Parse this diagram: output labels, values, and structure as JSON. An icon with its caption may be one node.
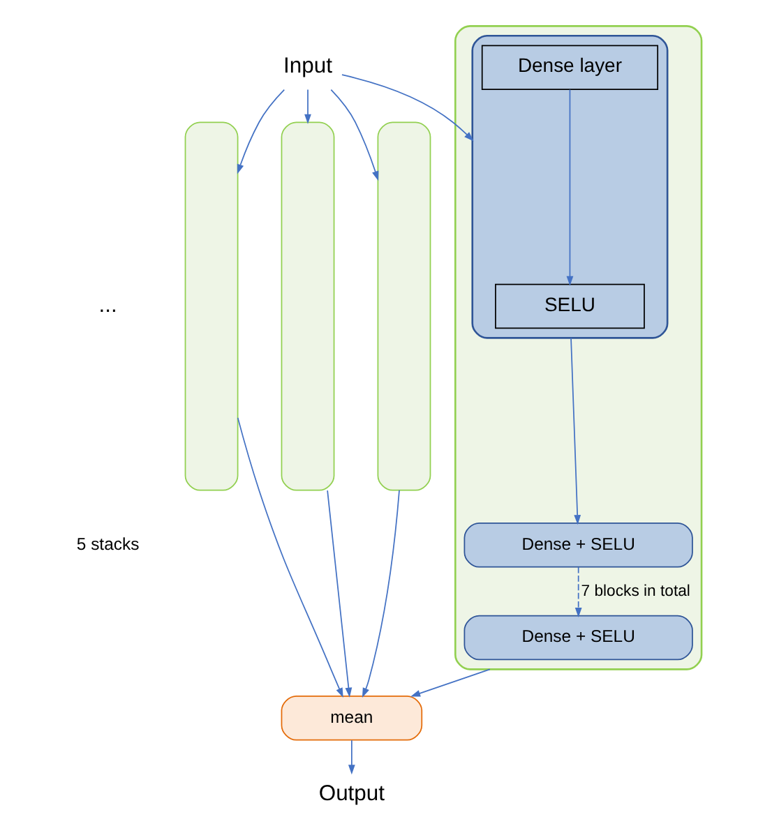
{
  "diagram": {
    "nodes": [
      {
        "text": [
          "Input"
        ]
      },
      {
        "text": [],
        "shape": "box"
      },
      {
        "text": [],
        "shape": "box",
        "in": 1
      },
      {
        "text": [
          "Dense layer"
        ],
        "in": 2
      },
      {
        "text": [
          "SELU"
        ],
        "in": 2
      },
      {
        "text": [
          "Dense + SELU"
        ],
        "in": 1
      },
      {
        "text": [
          "Dense + SELU"
        ],
        "in": 1
      },
      {
        "text": [],
        "shape": "box"
      },
      {
        "text": [],
        "shape": "box"
      },
      {
        "text": [],
        "shape": "box"
      },
      {
        "text": [
          "mean"
        ]
      },
      {
        "text": [
          "Output"
        ]
      }
    ],
    "edges": [
      {
        "from": 0,
        "to": 2,
        "arrow": "to"
      },
      {
        "from": 0,
        "to": 7,
        "arrow": "to"
      },
      {
        "from": 0,
        "to": 8,
        "arrow": "to"
      },
      {
        "from": 0,
        "to": 9,
        "arrow": "to"
      },
      {
        "from": 3,
        "to": 4,
        "arrow": "to"
      },
      {
        "from": 2,
        "to": 5,
        "arrow": "to"
      },
      {
        "from": 5,
        "to": 6,
        "arrow": "to",
        "label": "7 blocks in total",
        "style": "dashed"
      },
      {
        "from": 1,
        "to": 10,
        "arrow": "to"
      },
      {
        "from": 7,
        "to": 10,
        "arrow": "to"
      },
      {
        "from": 8,
        "to": 10,
        "arrow": "to"
      },
      {
        "from": 9,
        "to": 10,
        "arrow": "to"
      },
      {
        "from": 10,
        "to": 11,
        "arrow": "to"
      }
    ],
    "labels": [
      "...",
      "5 stacks"
    ]
  }
}
